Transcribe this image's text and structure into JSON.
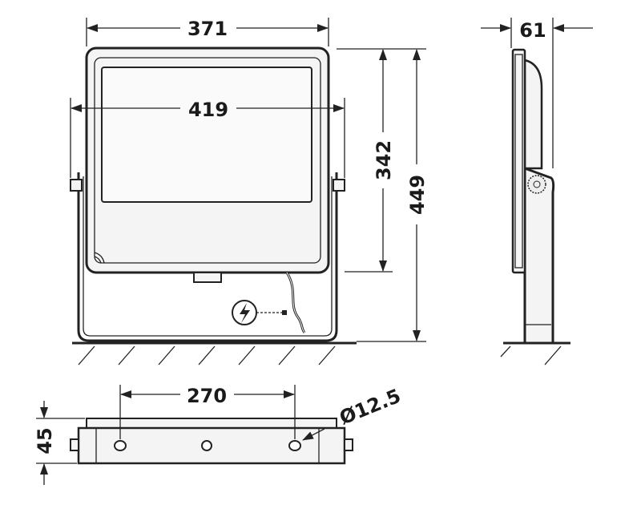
{
  "dimensions": {
    "front_width": "371",
    "bracket_width": "419",
    "housing_height": "342",
    "total_height": "449",
    "depth": "61",
    "hole_spacing": "270",
    "base_height": "45",
    "hole_diameter": "Ø12.5"
  },
  "icons": {
    "power": "lightning-bolt-in-circle"
  }
}
